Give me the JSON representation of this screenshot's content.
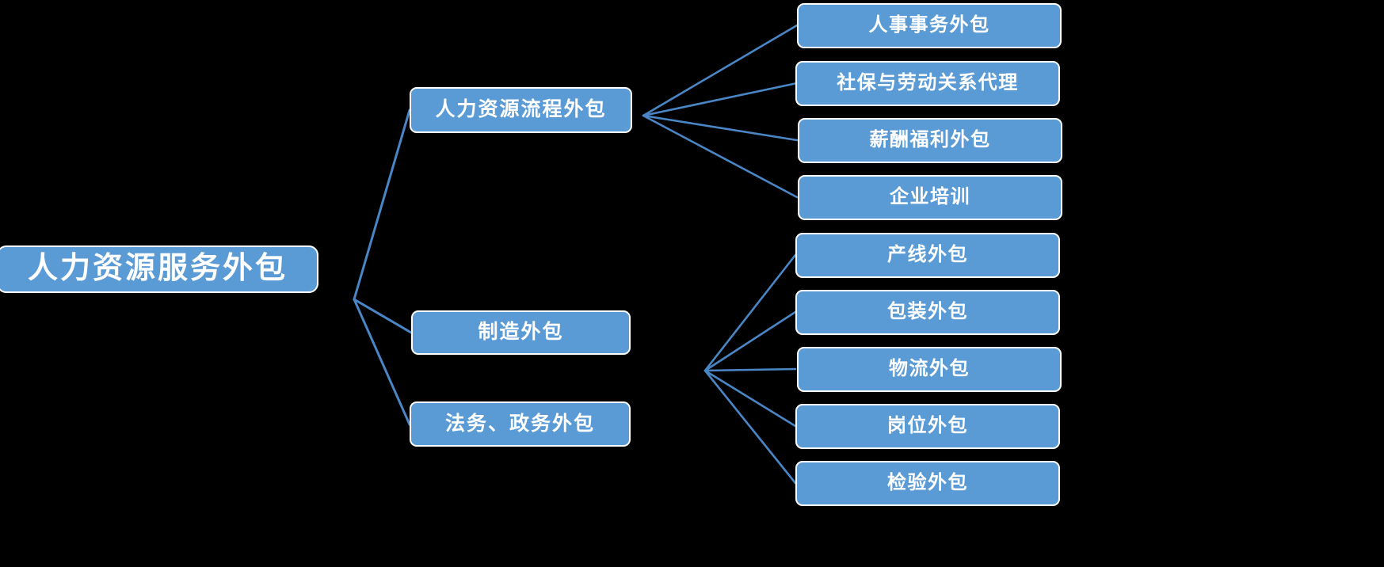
{
  "diagram": {
    "title": "人力资源服务外包",
    "type": "mind-map-tree",
    "background_color": "#000000",
    "node_fill_color": "#5B9BD5",
    "node_border_color": "#FFFFFF",
    "node_text_color": "#FFFFFF",
    "edge_color": "#4A86C5"
  },
  "root": {
    "label": "人力资源服务外包"
  },
  "branches": [
    {
      "label": "人力资源流程外包",
      "children": [
        {
          "label": "人事事务外包"
        },
        {
          "label": "社保与劳动关系代理"
        },
        {
          "label": "薪酬福利外包"
        },
        {
          "label": "企业培训"
        }
      ]
    },
    {
      "label": "制造外包",
      "children": [
        {
          "label": "产线外包"
        },
        {
          "label": "包装外包"
        },
        {
          "label": "物流外包"
        },
        {
          "label": "岗位外包"
        },
        {
          "label": "检验外包"
        }
      ]
    },
    {
      "label": "法务、政务外包",
      "children": []
    }
  ],
  "leaves_flat": [
    {
      "label": "人事事务外包"
    },
    {
      "label": "社保与劳动关系代理"
    },
    {
      "label": "薪酬福利外包"
    },
    {
      "label": "企业培训"
    },
    {
      "label": "产线外包"
    },
    {
      "label": "包装外包"
    },
    {
      "label": "物流外包"
    },
    {
      "label": "岗位外包"
    },
    {
      "label": "检验外包"
    }
  ]
}
